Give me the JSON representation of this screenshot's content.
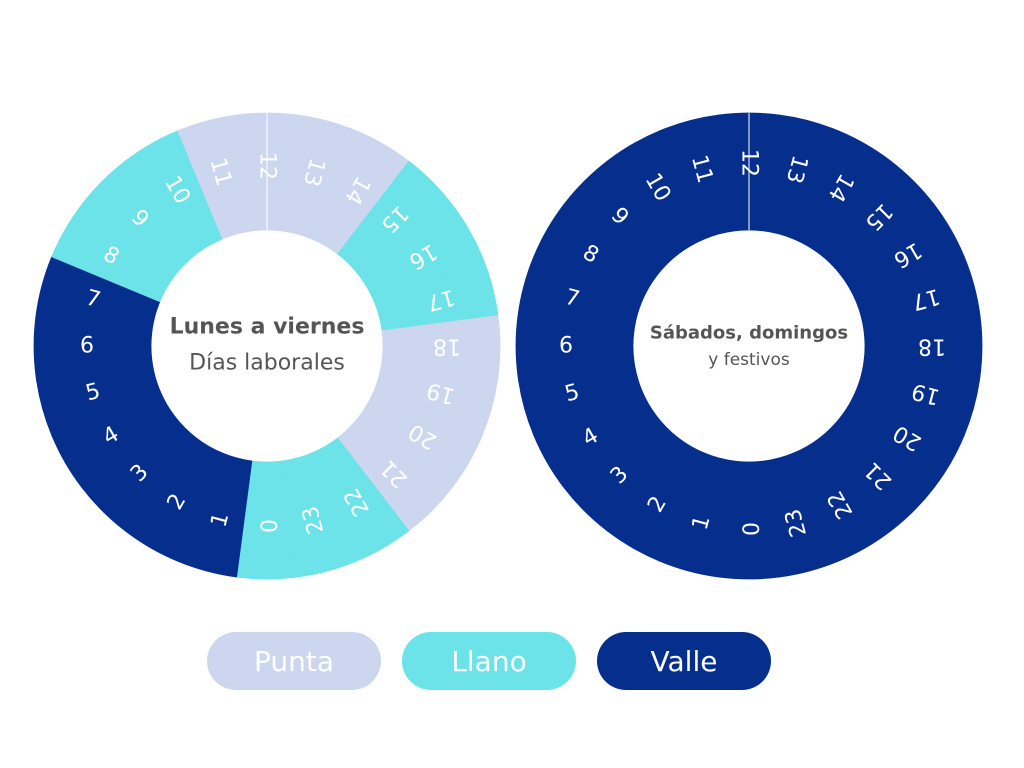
{
  "colors": {
    "punta": "#ccd7ef",
    "llano": "#6be3e8",
    "valle": "#062f8d",
    "text_dark": "#555555",
    "white": "#ffffff"
  },
  "weekday": {
    "title": "Lunes a viernes",
    "subtitle": "Días laborales",
    "periods_by_hour": [
      "llano",
      "valle",
      "valle",
      "valle",
      "valle",
      "valle",
      "valle",
      "valle",
      "llano",
      "llano",
      "llano",
      "punta",
      "punta",
      "punta",
      "punta",
      "llano",
      "llano",
      "llano",
      "punta",
      "punta",
      "punta",
      "punta",
      "llano",
      "llano"
    ]
  },
  "weekend": {
    "title": "Sábados, domingos",
    "subtitle": "y festivos",
    "periods_by_hour": [
      "valle",
      "valle",
      "valle",
      "valle",
      "valle",
      "valle",
      "valle",
      "valle",
      "valle",
      "valle",
      "valle",
      "valle",
      "valle",
      "valle",
      "valle",
      "valle",
      "valle",
      "valle",
      "valle",
      "valle",
      "valle",
      "valle",
      "valle",
      "valle"
    ]
  },
  "hour_labels": [
    "0",
    "1",
    "2",
    "3",
    "4",
    "5",
    "6",
    "7",
    "8",
    "9",
    "10",
    "11",
    "12",
    "13",
    "14",
    "15",
    "16",
    "17",
    "18",
    "19",
    "20",
    "21",
    "22",
    "23"
  ],
  "legend": {
    "punta": "Punta",
    "llano": "Llano",
    "valle": "Valle"
  }
}
